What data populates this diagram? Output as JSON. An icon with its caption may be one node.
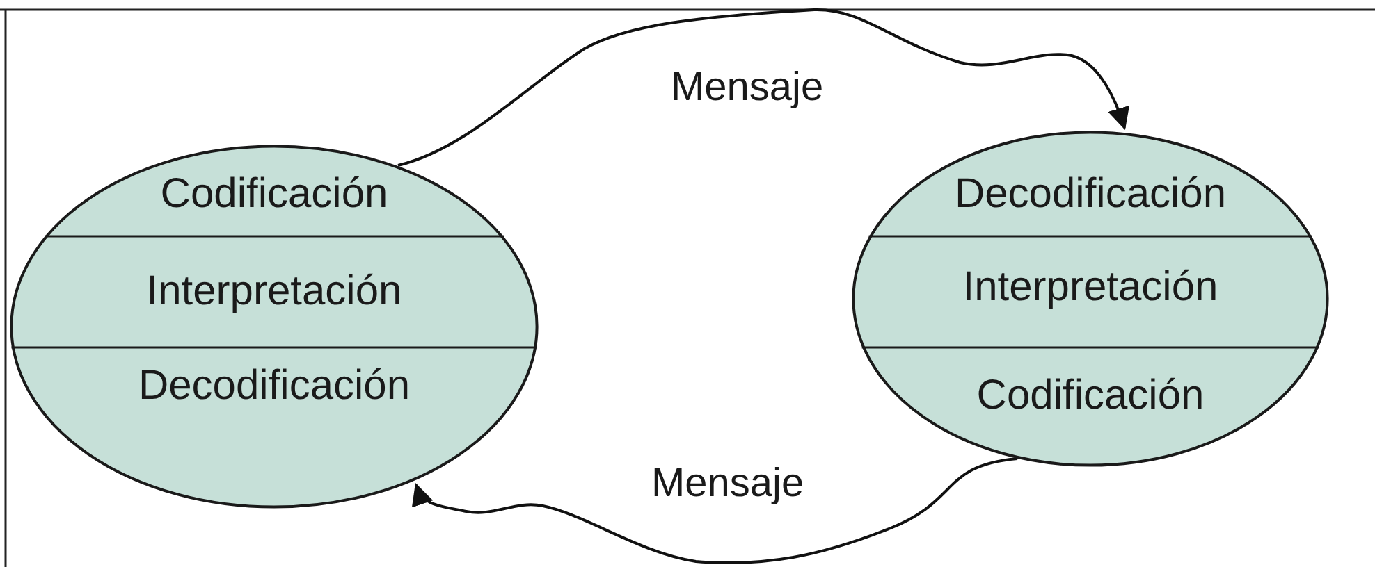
{
  "diagram": {
    "nodes": [
      {
        "text": [
          "Codificación",
          "Interpretación",
          "Decodificación"
        ]
      },
      {
        "text": [
          "Decodificación",
          "Interpretación",
          "Codificación"
        ]
      }
    ],
    "edges": [
      {
        "from": 0,
        "to": 1,
        "arrow": "to",
        "label": "Mensaje"
      },
      {
        "from": 1,
        "to": 0,
        "arrow": "to",
        "label": "Mensaje"
      }
    ]
  }
}
